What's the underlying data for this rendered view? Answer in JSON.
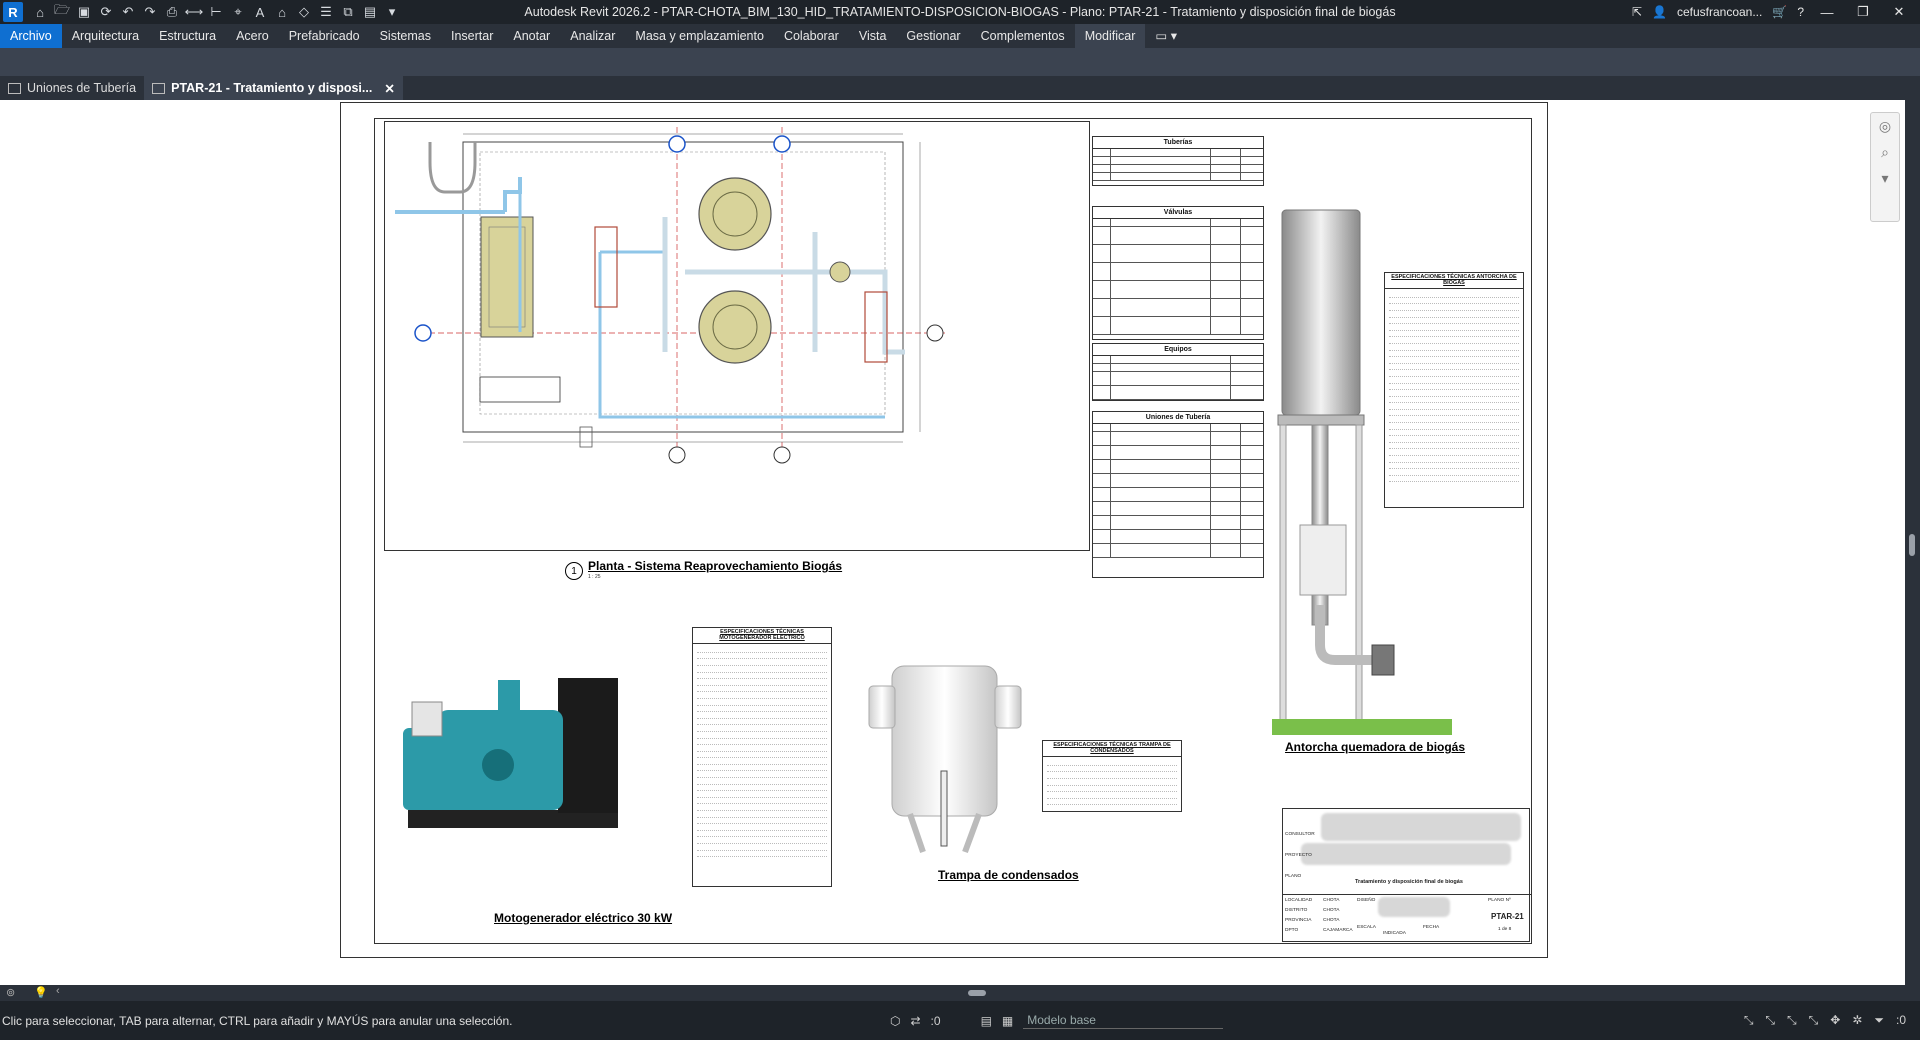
{
  "app": {
    "logo": "R",
    "window_title": "Autodesk Revit 2026.2 - PTAR-CHOTA_BIM_130_HID_TRATAMIENTO-DISPOSICION-BIOGAS - Plano: PTAR-21 - Tratamiento y disposición final de biogás",
    "user": "cefusfrancoan...",
    "help": "?"
  },
  "ribbon": {
    "tabs": [
      "Archivo",
      "Arquitectura",
      "Estructura",
      "Acero",
      "Prefabricado",
      "Sistemas",
      "Insertar",
      "Anotar",
      "Analizar",
      "Masa y emplazamiento",
      "Colaborar",
      "Vista",
      "Gestionar",
      "Complementos",
      "Modificar"
    ]
  },
  "document_tabs": [
    {
      "label": "Uniones de Tubería",
      "active": false
    },
    {
      "label": "PTAR-21 - Tratamiento y disposi...",
      "active": true
    }
  ],
  "sheet": {
    "plan_view_title": "Planta - Sistema Reaprovechamiento Biogás",
    "plan_view_number": "1",
    "plan_view_scale": "1 : 25",
    "generator_caption": "Motogenerador eléctrico 30 kW",
    "trap_caption": "Trampa de condensados",
    "flare_caption": "Antorcha quemadora de biogás",
    "schedules": {
      "pipes_title": "Tuberías",
      "valves_title": "Válvulas",
      "equipment_title": "Equipos",
      "joints_title": "Uniones de Tubería"
    },
    "specs": {
      "flare_title": "ESPECIFICACIONES TÉCNICAS ANTORCHA DE BIOGÁS",
      "generator_title": "ESPECIFICACIONES TÉCNICAS MOTOGENERADOR ELÉCTRICO",
      "trap_title": "ESPECIFICACIONES TÉCNICAS TRAMPA DE CONDENSADOS"
    },
    "title_block": {
      "label_consultor": "CONSULTOR",
      "label_proyecto": "PROYECTO",
      "label_plano": "PLANO",
      "plano_name": "Tratamiento y disposición final de biogás",
      "localidad_label": "LOCALIDAD",
      "localidad": "CHOTA",
      "distrito_label": "DISTRITO",
      "distrito": "CHOTA",
      "provincia_label": "PROVINCIA",
      "provincia": "CHOTA",
      "dpto_label": "DPTO",
      "dpto": "CAJAMARCA",
      "diseno_label": "DISEÑO",
      "escala_label": "ESCALA",
      "escala": "INDICADA",
      "fecha_label": "FECHA",
      "plano_no_label": "PLANO Nº",
      "plano_no": "PTAR-21",
      "hoja": "1 de 8"
    }
  },
  "statusbar": {
    "message": "Clic para seleccionar, TAB para alternar, CTRL para añadir y MAYÚS para anular una selección.",
    "worksets_count": ":0",
    "model": "Modelo base",
    "filter_count": ":0"
  },
  "colors": {
    "ribbon_active": "#0f6fd1",
    "dark_bg": "#1e2329",
    "panel_bg": "#2b313a",
    "pipe_blue": "#8fc6e8",
    "tank_olive": "#d8d39a",
    "generator_teal": "#2c9aa8",
    "grass": "#7abf4a"
  }
}
